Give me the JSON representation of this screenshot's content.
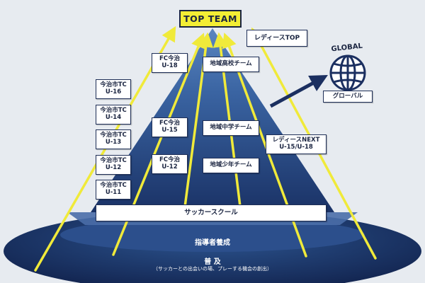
{
  "colors": {
    "background": "#e7ebf0",
    "pyramid_top": "#3f6aa6",
    "pyramid_bottom": "#1a3266",
    "base_ellipse": "#13234d",
    "base_inner": "#2a4f8f",
    "arrow": "#f0ea3a",
    "box_border": "#1f2f57",
    "top_team_fill": "#f3ee34"
  },
  "top_team": "TOP TEAM",
  "ladies_top": "レディースTOP",
  "global": {
    "label": "GLOBAL",
    "caption": "グローバル",
    "icon": "globe-icon"
  },
  "left_column": [
    {
      "line1": "今治市TC",
      "line2": "U-16"
    },
    {
      "line1": "今治市TC",
      "line2": "U-14"
    },
    {
      "line1": "今治市TC",
      "line2": "U-13"
    },
    {
      "line1": "今治市TC",
      "line2": "U-12"
    },
    {
      "line1": "今治市TC",
      "line2": "U-11"
    }
  ],
  "fc_imabari": [
    {
      "line1": "FC今治",
      "line2": "U-18"
    },
    {
      "line1": "FC今治",
      "line2": "U-15"
    },
    {
      "line1": "FC今治",
      "line2": "U-12"
    }
  ],
  "regional": [
    "地域高校チーム",
    "地域中学チーム",
    "地域少年チーム"
  ],
  "ladies_next": {
    "line1": "レディースNEXT",
    "line2": "U-15/U-18"
  },
  "soccer_school": "サッカースクール",
  "coach_training": "指導者養成",
  "spread": {
    "title": "普 及",
    "subtitle": "（サッカーとの出会いの場、プレーする機会の創出）"
  }
}
